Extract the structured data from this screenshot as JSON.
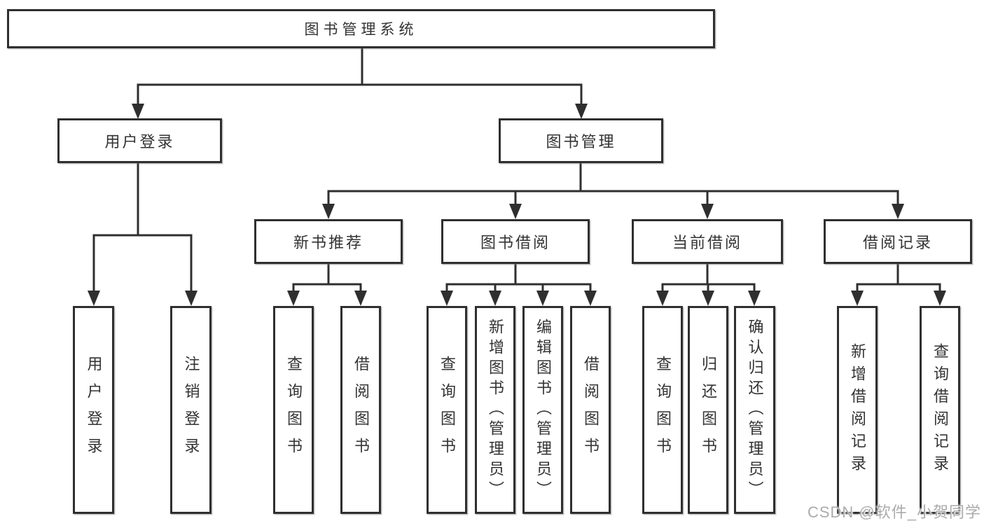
{
  "diagram": {
    "kind": "hierarchy-tree",
    "orientation": "top-down",
    "colors": {
      "line": "#2f2f2f",
      "box_border": "#2f2f2f",
      "box_background": "#ffffff",
      "text": "#333333",
      "watermark_text": "#ababab"
    }
  },
  "tree": {
    "label": "图书管理系统",
    "children": [
      {
        "label": "用户登录",
        "children": [
          {
            "label": "用户登录"
          },
          {
            "label": "注销登录"
          }
        ]
      },
      {
        "label": "图书管理",
        "children": [
          {
            "label": "新书推荐",
            "children": [
              {
                "label": "查询图书"
              },
              {
                "label": "借阅图书"
              }
            ]
          },
          {
            "label": "图书借阅",
            "children": [
              {
                "label": "查询图书"
              },
              {
                "label": "新增图书（管理员）"
              },
              {
                "label": "编辑图书（管理员）"
              },
              {
                "label": "借阅图书"
              }
            ]
          },
          {
            "label": "当前借阅",
            "children": [
              {
                "label": "查询图书"
              },
              {
                "label": "归还图书"
              },
              {
                "label": "确认归还（管理员）"
              }
            ]
          },
          {
            "label": "借阅记录",
            "children": [
              {
                "label": "新增借阅记录"
              },
              {
                "label": "查询借阅记录"
              }
            ]
          }
        ]
      }
    ]
  },
  "watermark": {
    "text": "CSDN @软件_小贺同学"
  }
}
